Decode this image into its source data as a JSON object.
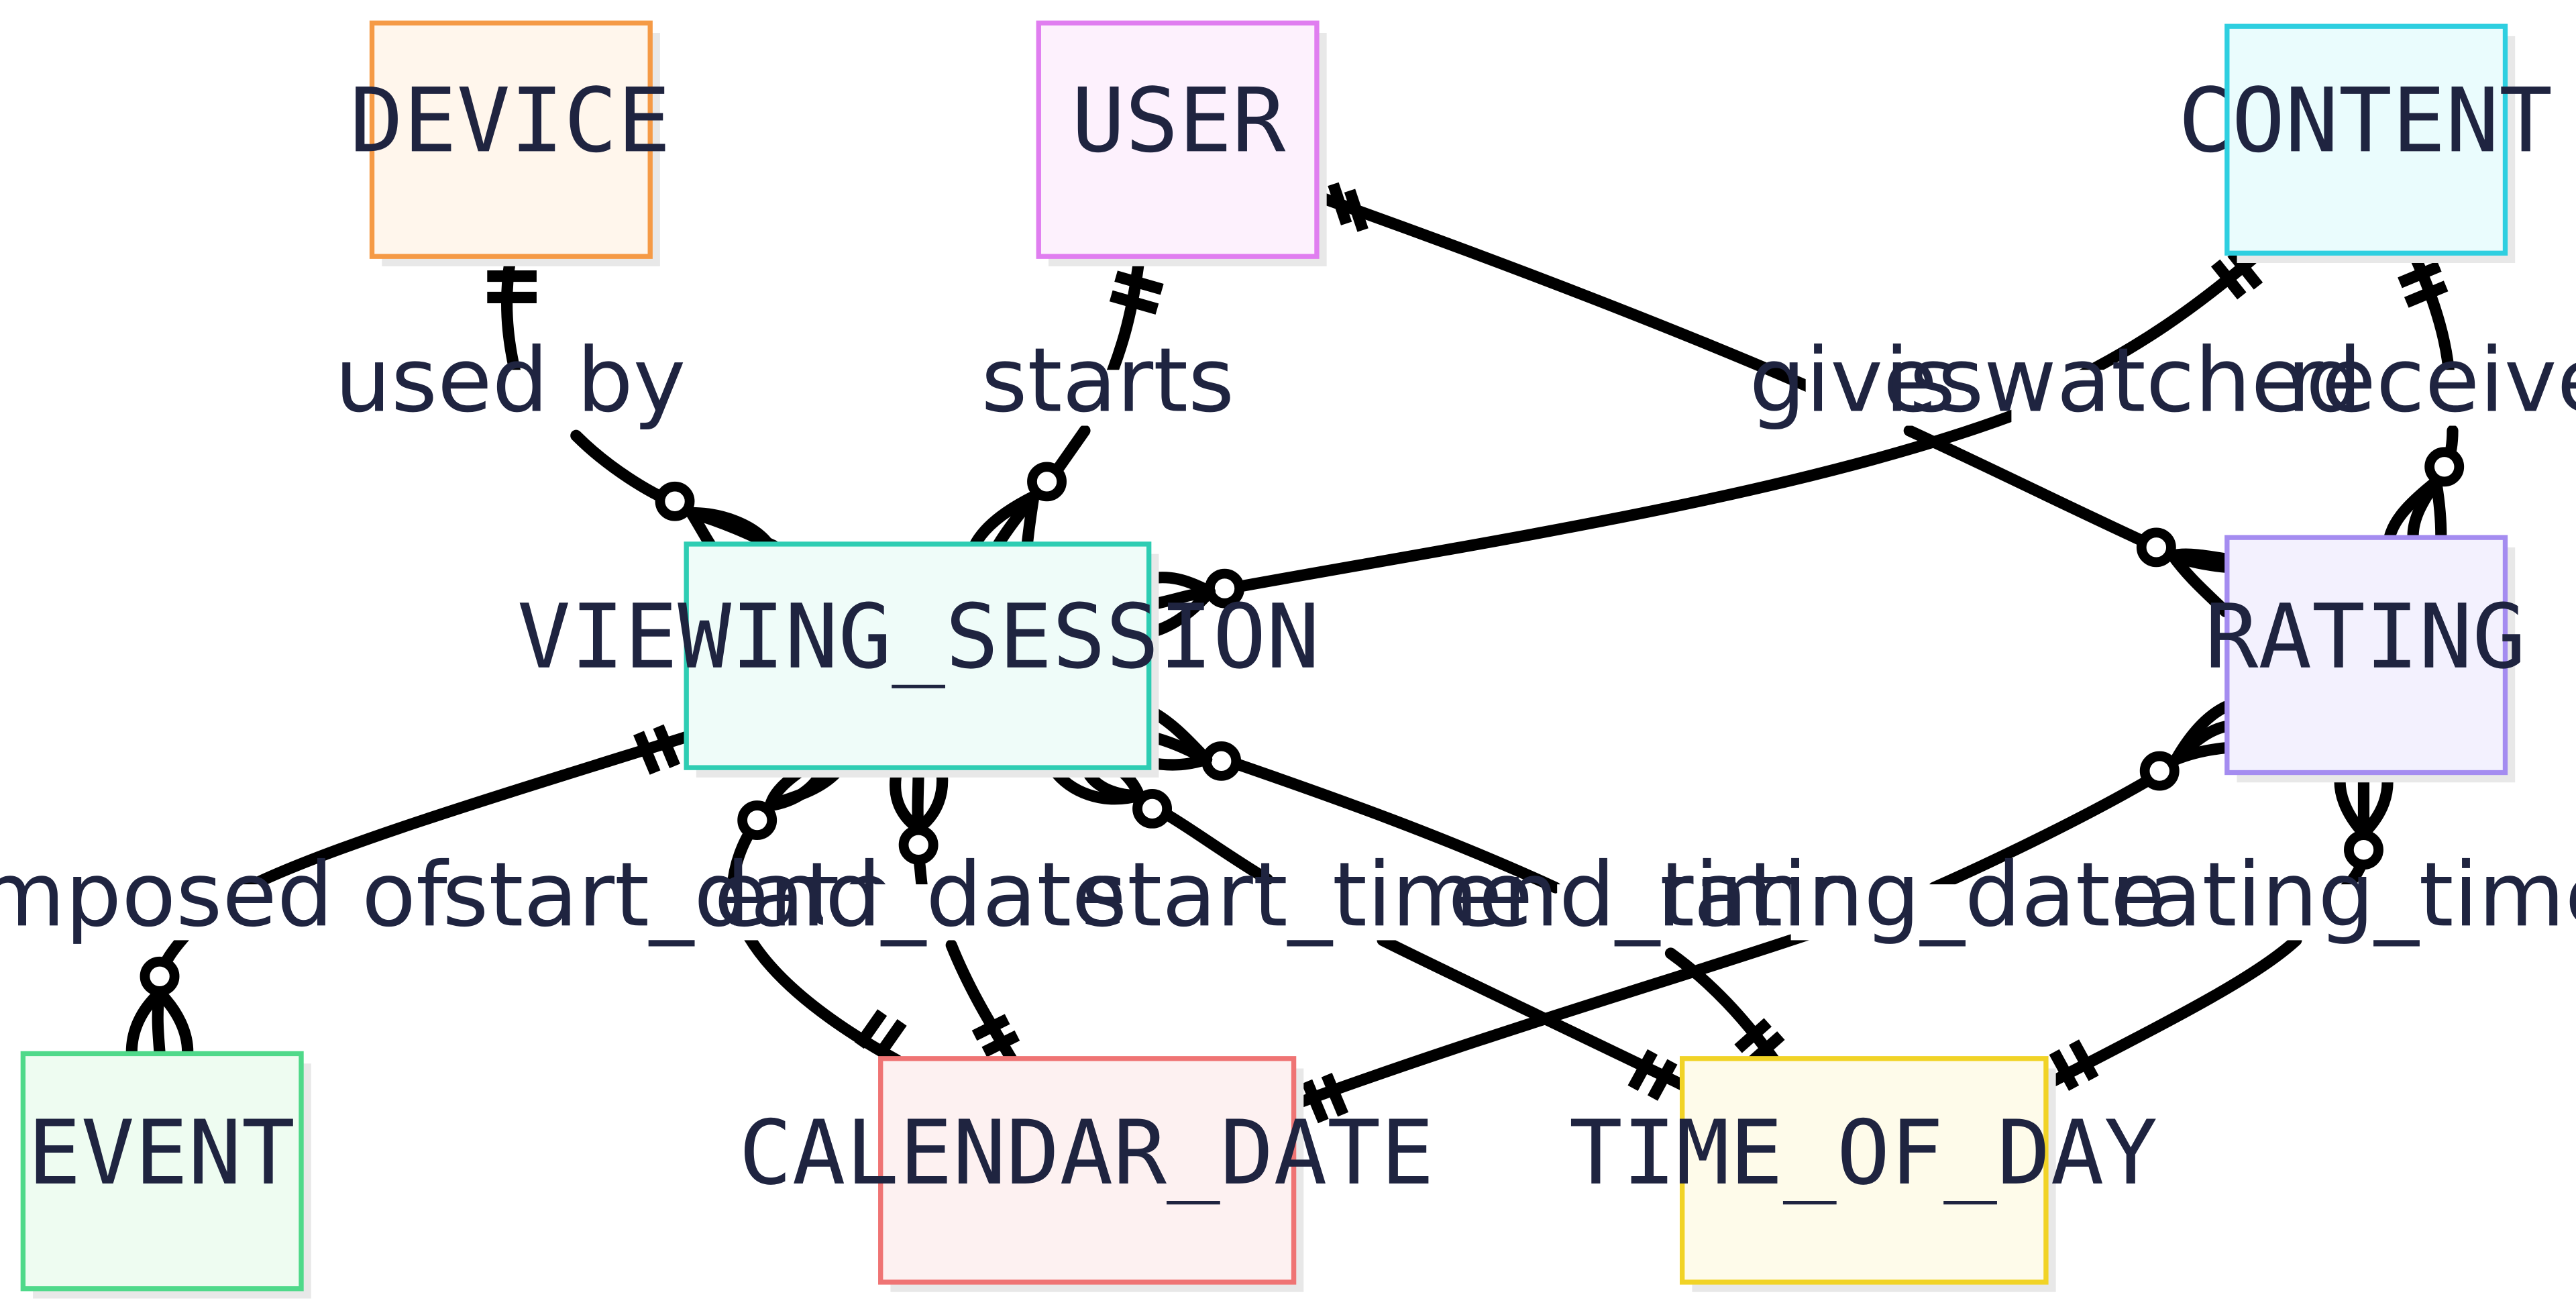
{
  "entities": {
    "device": {
      "name": "DEVICE",
      "fill": "#fff6ec",
      "stroke": "#f59a46"
    },
    "user": {
      "name": "USER",
      "fill": "#fdf1fd",
      "stroke": "#e07ef0"
    },
    "content": {
      "name": "CONTENT",
      "fill": "#eafcfd",
      "stroke": "#2ecfe0"
    },
    "viewing_session": {
      "name": "VIEWING_SESSION",
      "fill": "#effcf9",
      "stroke": "#2ecdb3"
    },
    "rating": {
      "name": "RATING",
      "fill": "#f3f1fe",
      "stroke": "#a48cf0"
    },
    "event": {
      "name": "EVENT",
      "fill": "#eefcf1",
      "stroke": "#4fd98a"
    },
    "calendar_date": {
      "name": "CALENDAR_DATE",
      "fill": "#fdf1f1",
      "stroke": "#ef7474"
    },
    "time_of_day": {
      "name": "TIME_OF_DAY",
      "fill": "#fefbea",
      "stroke": "#f1d326"
    }
  },
  "relationships": {
    "used_by": {
      "label": "used by",
      "from": "DEVICE",
      "to": "VIEWING_SESSION",
      "from_card": "exactly-one",
      "to_card": "zero-or-many"
    },
    "starts": {
      "label": "starts",
      "from": "USER",
      "to": "VIEWING_SESSION",
      "from_card": "exactly-one",
      "to_card": "zero-or-many"
    },
    "gives": {
      "label": "gives",
      "from": "USER",
      "to": "RATING",
      "from_card": "exactly-one",
      "to_card": "zero-or-many"
    },
    "is_watched": {
      "label": "is watched",
      "from": "CONTENT",
      "to": "VIEWING_SESSION",
      "from_card": "exactly-one",
      "to_card": "zero-or-many"
    },
    "receives": {
      "label": "receives",
      "from": "CONTENT",
      "to": "RATING",
      "from_card": "exactly-one",
      "to_card": "zero-or-many"
    },
    "composed_of": {
      "label": "composed of",
      "from": "VIEWING_SESSION",
      "to": "EVENT",
      "from_card": "exactly-one",
      "to_card": "zero-or-many"
    },
    "start_date": {
      "label": "start_date",
      "from": "CALENDAR_DATE",
      "to": "VIEWING_SESSION",
      "from_card": "exactly-one",
      "to_card": "zero-or-many"
    },
    "end_date": {
      "label": "end_date",
      "from": "CALENDAR_DATE",
      "to": "VIEWING_SESSION",
      "from_card": "exactly-one",
      "to_card": "zero-or-many"
    },
    "start_time": {
      "label": "start_time",
      "from": "TIME_OF_DAY",
      "to": "VIEWING_SESSION",
      "from_card": "exactly-one",
      "to_card": "zero-or-many"
    },
    "end_time": {
      "label": "end_time",
      "from": "TIME_OF_DAY",
      "to": "VIEWING_SESSION",
      "from_card": "exactly-one",
      "to_card": "zero-or-many"
    },
    "rating_date": {
      "label": "rating_date",
      "from": "CALENDAR_DATE",
      "to": "RATING",
      "from_card": "exactly-one",
      "to_card": "zero-or-many"
    },
    "rating_time": {
      "label": "rating_time",
      "from": "TIME_OF_DAY",
      "to": "RATING",
      "from_card": "exactly-one",
      "to_card": "zero-or-many"
    }
  }
}
